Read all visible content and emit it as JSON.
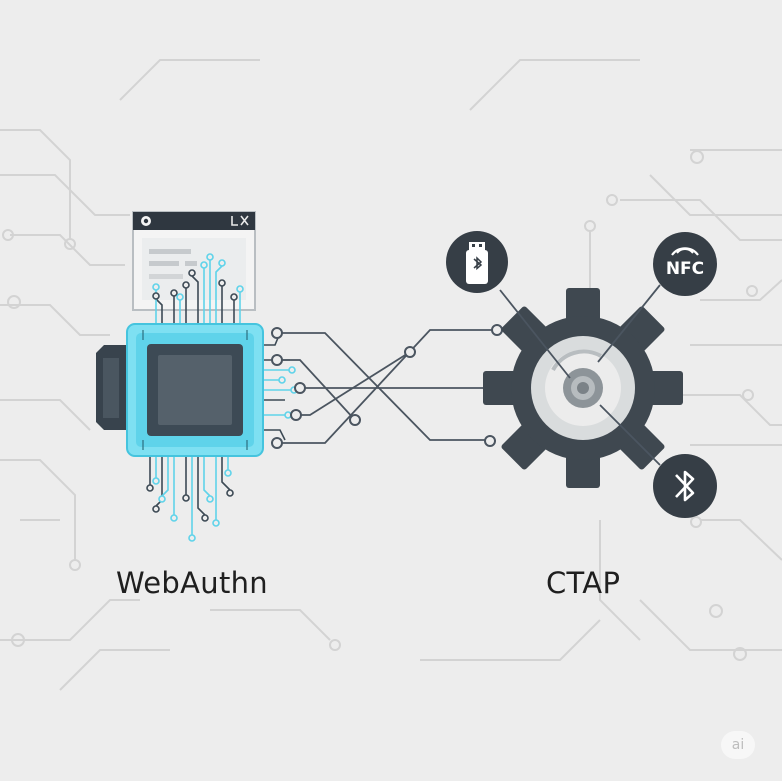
{
  "labels": {
    "left": "WebAuthn",
    "right": "CTAP"
  },
  "icons": {
    "browser": "browser-window-icon",
    "chip": "microchip-icon",
    "usb": "usb-key-icon",
    "nfc": "nfc-icon",
    "bluetooth": "bluetooth-icon",
    "gear": "gear-icon"
  },
  "badges": {
    "nfc_text": "NFC"
  },
  "watermark": "ai",
  "colors": {
    "background": "#ededed",
    "chip_cyan": "#5fd3ea",
    "chip_dark": "#3d4a55",
    "gear": "#3f4850",
    "lines": "#4b5560",
    "circuit_bg": "#d4d4d4"
  }
}
